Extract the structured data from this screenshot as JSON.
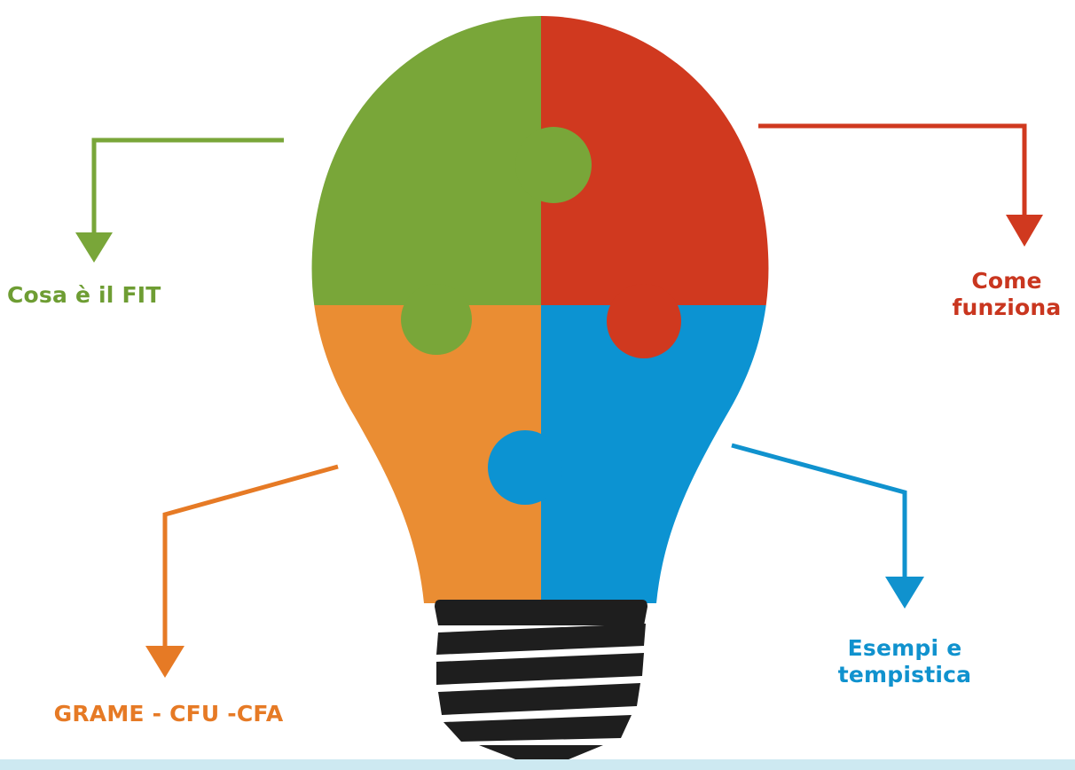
{
  "labels": {
    "top_left": {
      "lines": [
        "Cosa è il FIT"
      ]
    },
    "top_right": {
      "lines": [
        "Come",
        "funziona"
      ]
    },
    "bottom_right": {
      "lines": [
        "Esempi e",
        "tempistica"
      ]
    },
    "bottom_left": {
      "lines": [
        "GRAME - CFU -CFA"
      ]
    }
  },
  "colors": {
    "green": "#79a639",
    "red": "#d0391f",
    "orange": "#ea8d33",
    "blue": "#0c93d2",
    "green_text": "#6e9d33",
    "red_text": "#c9361f",
    "orange_text": "#e67a25",
    "blue_text": "#1092ce",
    "base": "#1e1e1e"
  },
  "icons": {
    "bulb": "lightbulb-puzzle-icon"
  }
}
